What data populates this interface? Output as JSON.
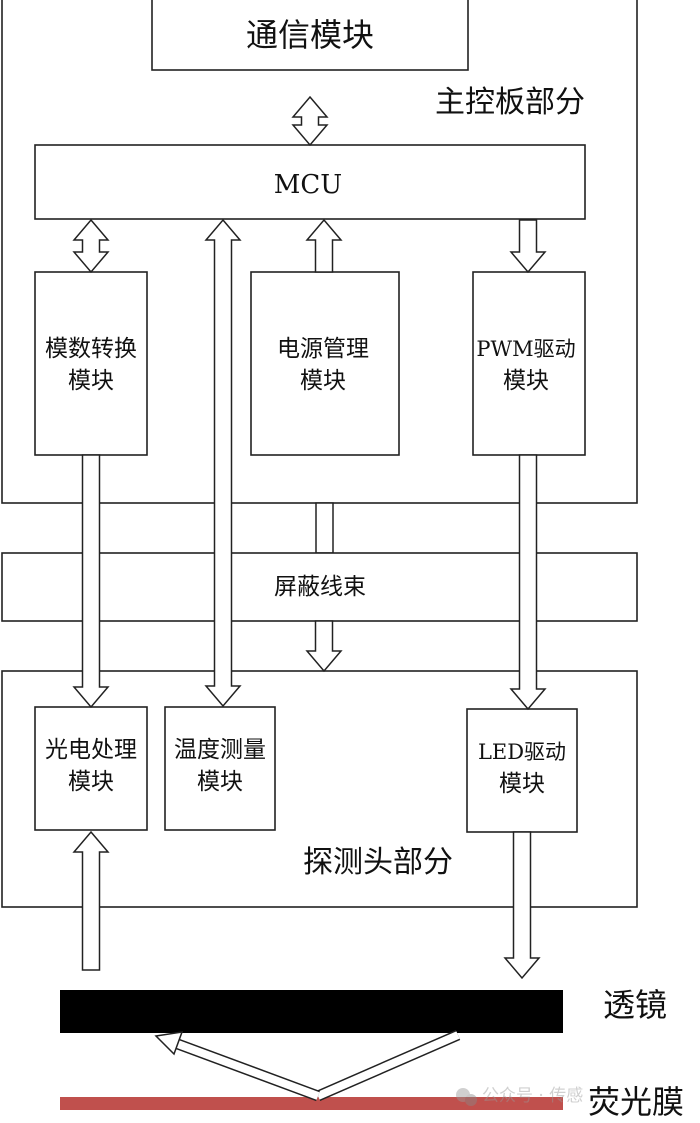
{
  "main_board": {
    "label": "主控板部分"
  },
  "comm_module": {
    "label": "通信模块"
  },
  "mcu": {
    "label": "MCU"
  },
  "adc_module": {
    "line1": "模数转换",
    "line2": "模块"
  },
  "power_module": {
    "line1": "电源管理",
    "line2": "模块"
  },
  "pwm_module": {
    "line1": "PWM驱动",
    "line2": "模块"
  },
  "shield_harness": {
    "label": "屏蔽线束"
  },
  "detector_head": {
    "label": "探测头部分"
  },
  "photo_module": {
    "line1": "光电处理",
    "line2": "模块"
  },
  "temp_module": {
    "line1": "温度测量",
    "line2": "模块"
  },
  "led_module": {
    "line1": "LED驱动",
    "line2": "模块"
  },
  "lens": {
    "label": "透镜",
    "color": "#000000"
  },
  "film": {
    "label": "荧光膜",
    "color": "#c0504d"
  },
  "watermark": {
    "text": "公众号 · 传感"
  }
}
